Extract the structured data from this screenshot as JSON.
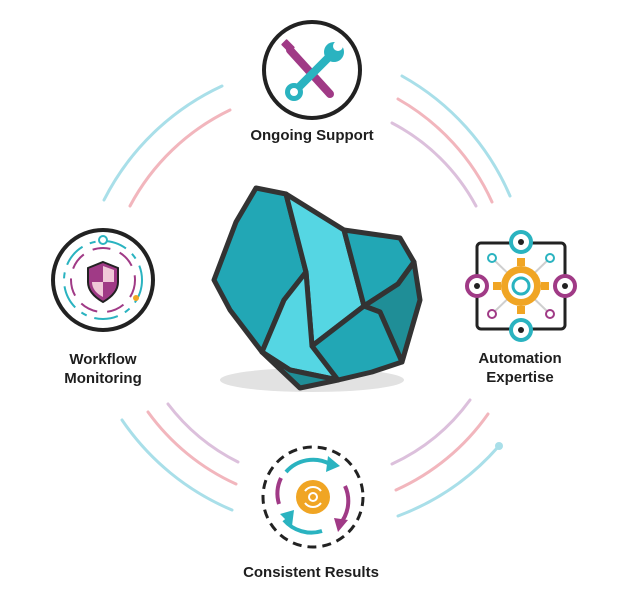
{
  "diagram": {
    "center_icon": "rock-icon",
    "nodes": [
      {
        "id": "support",
        "icon": "wrench-screwdriver-icon",
        "lines": [
          "Ongoing Support"
        ]
      },
      {
        "id": "automation",
        "icon": "gear-circuit-icon",
        "lines": [
          "Automation",
          "Expertise"
        ]
      },
      {
        "id": "results",
        "icon": "refresh-cycle-icon",
        "lines": [
          "Consistent Results"
        ]
      },
      {
        "id": "monitoring",
        "icon": "shield-icon",
        "lines": [
          "Workflow",
          "Monitoring"
        ]
      }
    ]
  },
  "colors": {
    "teal": "#2ab3c0",
    "light_blue": "#a9dfe9",
    "pink": "#f2b6bd",
    "lavender": "#dcc0dc",
    "magenta": "#a03a86",
    "orange": "#f0a524",
    "dark": "#222222",
    "rock_dark": "#1f8e97",
    "rock_mid": "#22a7b5",
    "rock_light": "#55d6e3"
  }
}
